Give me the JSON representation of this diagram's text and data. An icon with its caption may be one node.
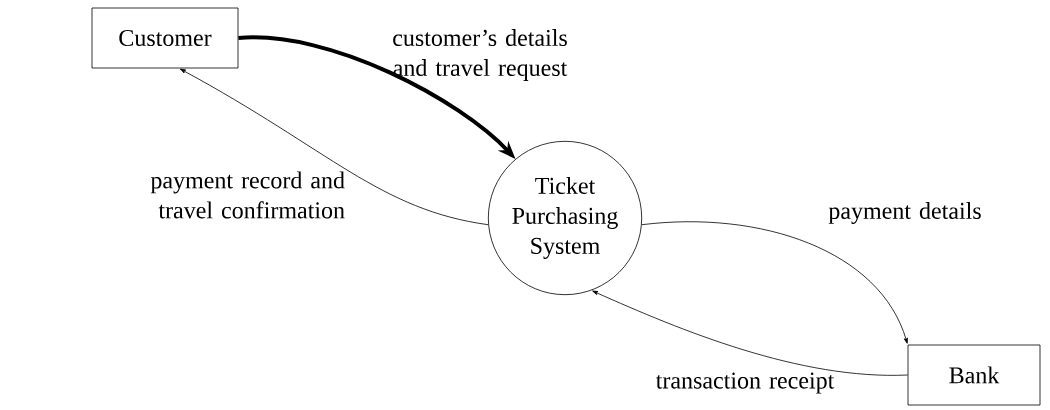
{
  "diagram": {
    "nodes": [
      {
        "text": [
          "Customer"
        ]
      },
      {
        "text": [
          "Ticket Purchasing System"
        ]
      },
      {
        "text": [
          "Bank"
        ]
      }
    ],
    "edges": [
      {
        "from": 0,
        "to": 1,
        "arrow": "to",
        "label": "customer’s details and travel request",
        "style": "thick"
      },
      {
        "from": 1,
        "to": 0,
        "arrow": "to",
        "label": "payment record and travel confirmation"
      },
      {
        "from": 1,
        "to": 2,
        "arrow": "to",
        "label": "payment details"
      },
      {
        "from": 2,
        "to": 1,
        "arrow": "to",
        "label": "transaction receipt"
      }
    ]
  }
}
